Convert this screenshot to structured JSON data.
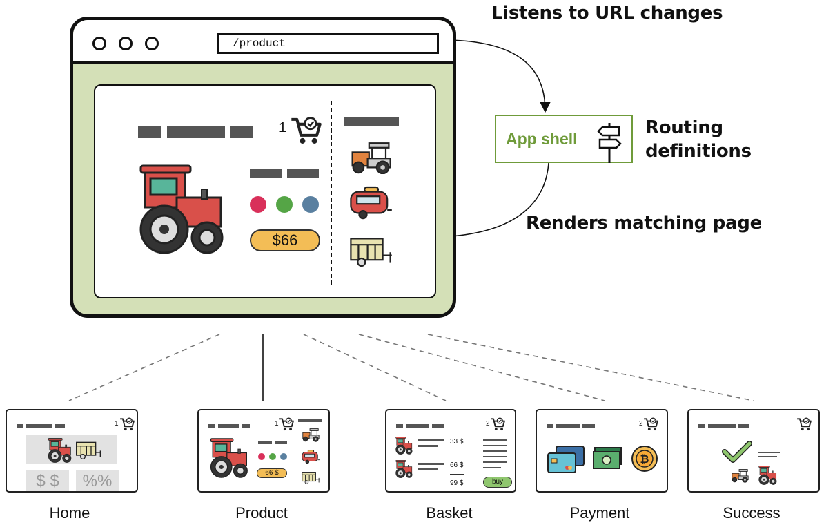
{
  "browser": {
    "url": "/product"
  },
  "product": {
    "cart_count": "1",
    "price": "$66"
  },
  "labels": {
    "listens": "Listens to URL changes",
    "app_shell": "App shell",
    "routing_line1": "Routing",
    "routing_line2": "definitions",
    "renders": "Renders matching page"
  },
  "pages": [
    {
      "name": "Home",
      "cart_count": "1",
      "promo_dollar": "$ $",
      "promo_percent": "%%"
    },
    {
      "name": "Product",
      "cart_count": "1",
      "price": "66 $"
    },
    {
      "name": "Basket",
      "cart_count": "2",
      "item1_price": "33 $",
      "item2_price": "66 $",
      "total": "99 $",
      "buy": "buy"
    },
    {
      "name": "Payment",
      "cart_count": "2"
    },
    {
      "name": "Success",
      "cart_count": ""
    }
  ],
  "colors": {
    "shell_green": "#6f9b3a",
    "window_bg": "#d4e0b7",
    "price_yellow": "#f3bd56",
    "swatch_red": "#d9305a",
    "swatch_green": "#55a546",
    "swatch_blue": "#5a80a0"
  }
}
